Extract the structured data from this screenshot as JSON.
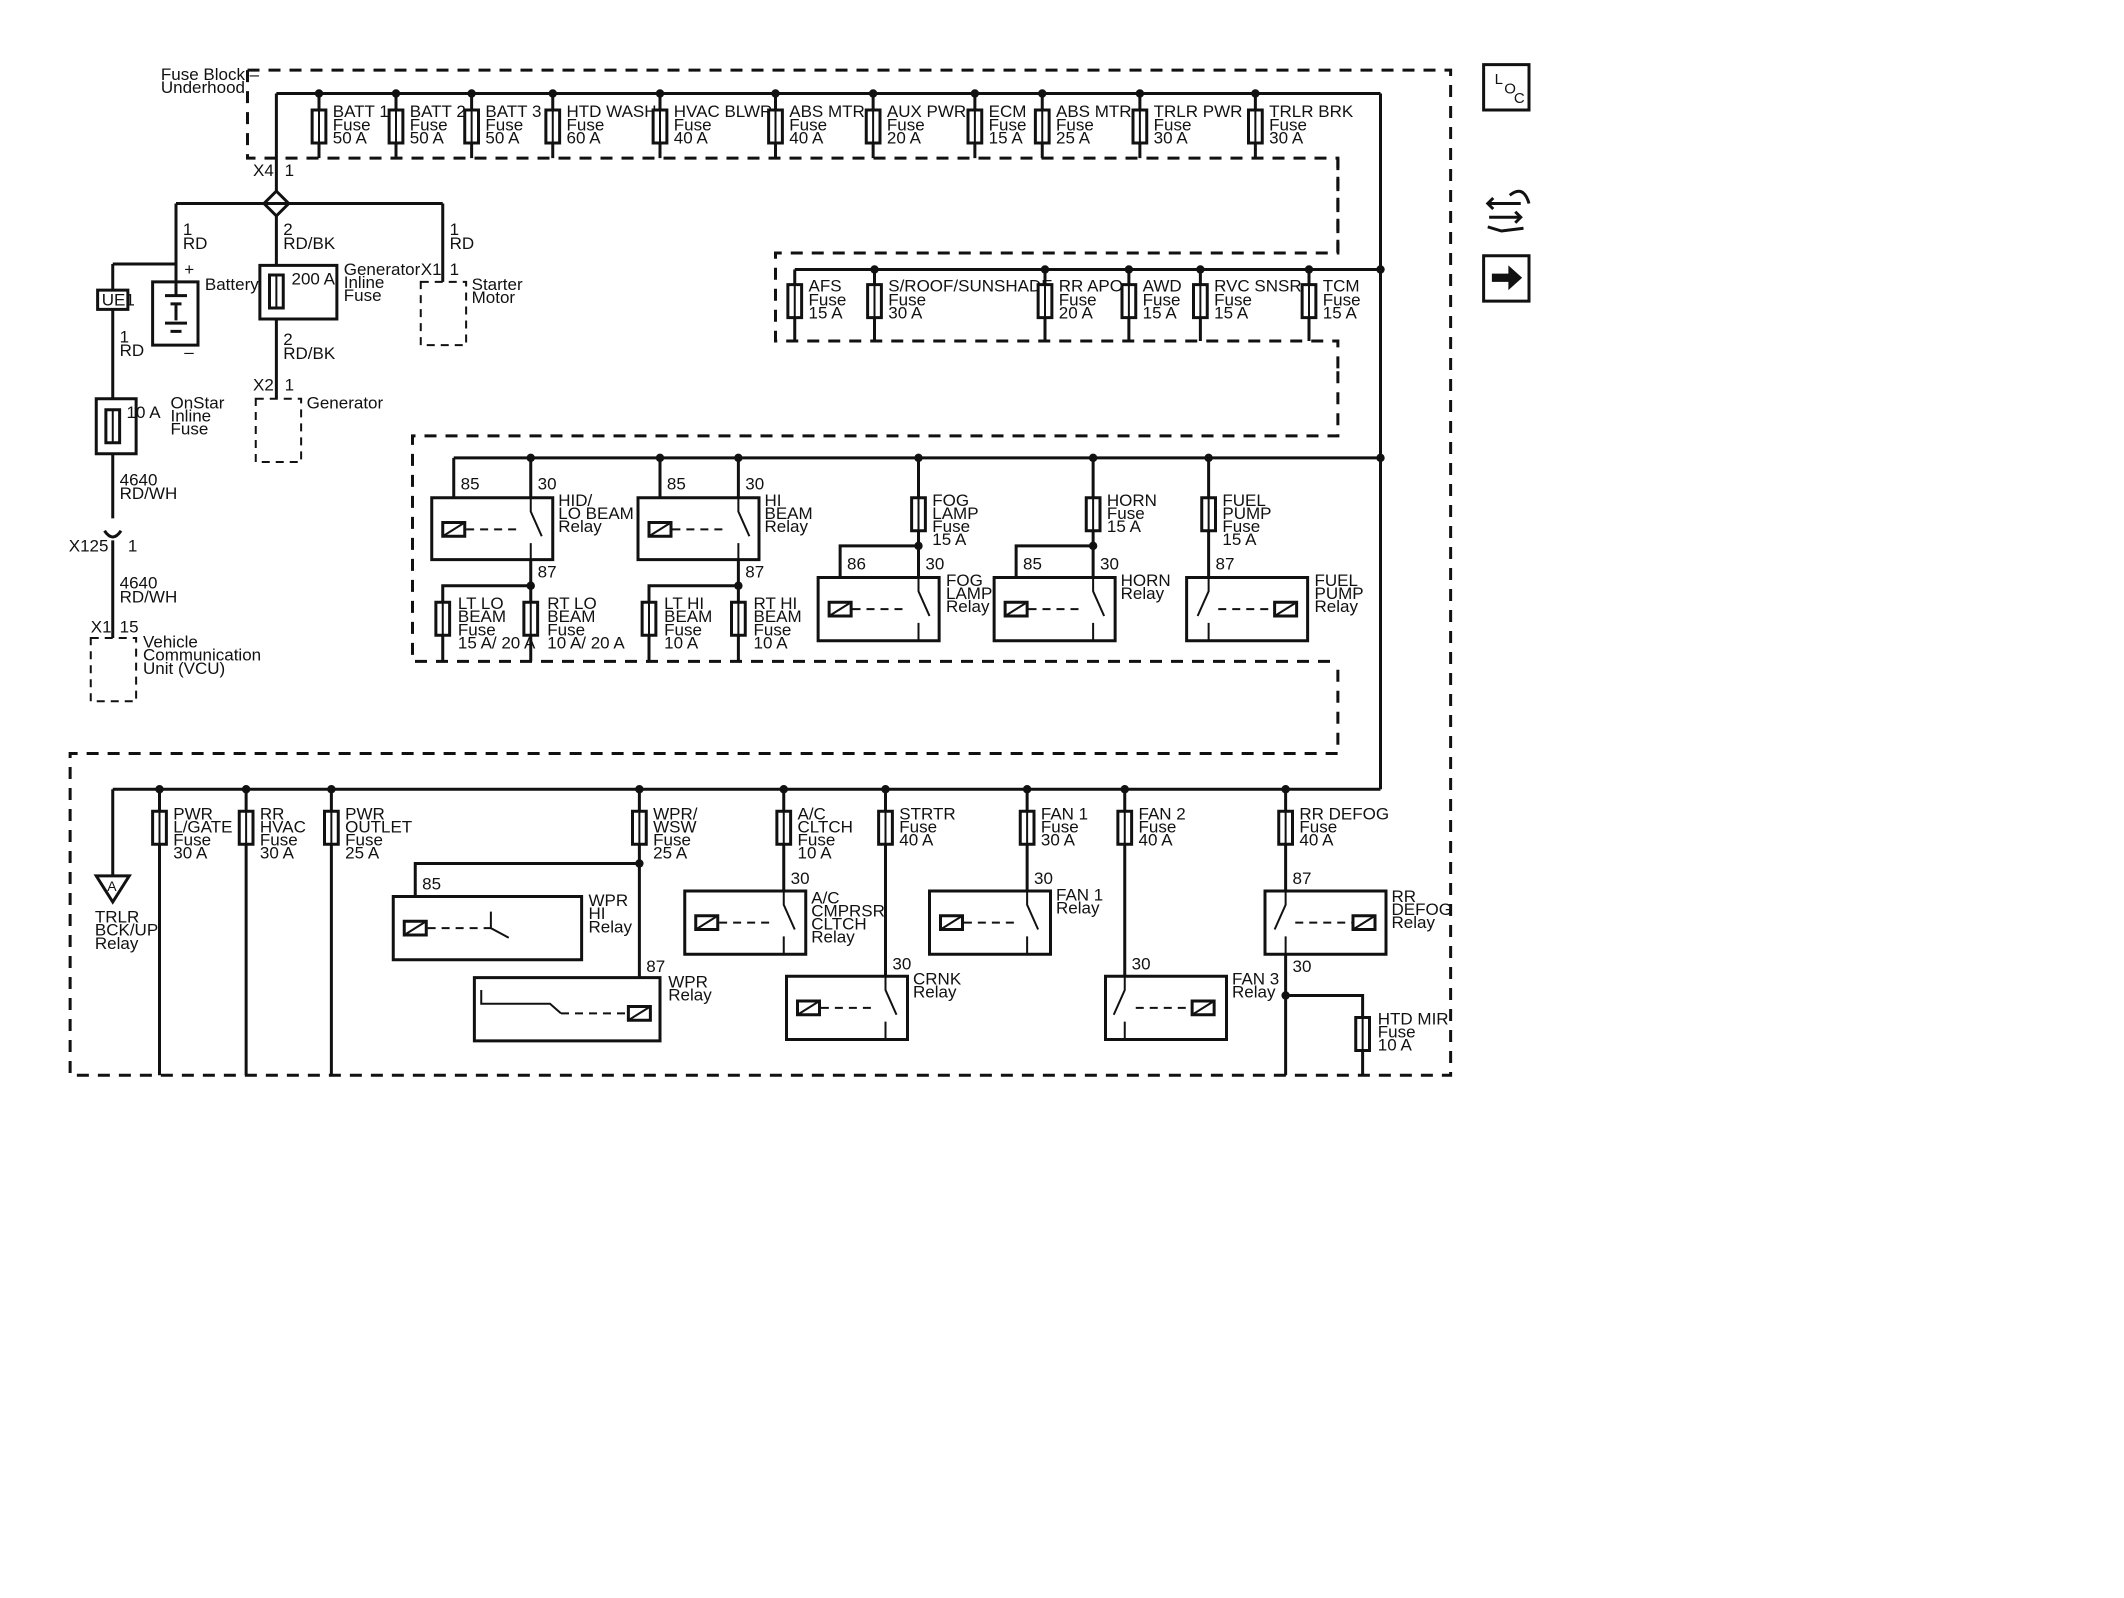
{
  "fuse_block_label": [
    "Fuse Block –",
    "Underhood"
  ],
  "top_fuses": [
    {
      "name": "BATT 1",
      "rating": "50 A"
    },
    {
      "name": "BATT 2",
      "rating": "50 A"
    },
    {
      "name": "BATT 3",
      "rating": "50 A"
    },
    {
      "name": "HTD WASH",
      "rating": "60 A"
    },
    {
      "name": "HVAC BLWR",
      "rating": "40 A"
    },
    {
      "name": "ABS MTR",
      "rating": "40 A"
    },
    {
      "name": "AUX PWR",
      "rating": "20 A"
    },
    {
      "name": "ECM",
      "rating": "15 A"
    },
    {
      "name": "ABS MTR",
      "rating": "25 A"
    },
    {
      "name": "TRLR PWR",
      "rating": "30 A"
    },
    {
      "name": "TRLR BRK",
      "rating": "30 A"
    }
  ],
  "second_fuses": [
    {
      "name": "AFS",
      "rating": "15 A"
    },
    {
      "name": "S/ROOF/SUNSHADE",
      "rating": "30 A"
    },
    {
      "name": "RR APO",
      "rating": "20 A"
    },
    {
      "name": "AWD",
      "rating": "15 A"
    },
    {
      "name": "RVC SNSR",
      "rating": "15 A"
    },
    {
      "name": "TCM",
      "rating": "15 A"
    }
  ],
  "fuse_word": "Fuse",
  "connectors": {
    "x4": "X4",
    "x4_pin": "1",
    "x2": "X2",
    "x2_pin": "1",
    "x1_starter": "X1",
    "x1_starter_pin": "1",
    "x125": "X125",
    "x125_pin": "1",
    "x1_vcu": "X1",
    "x1_vcu_pin": "15"
  },
  "wires": {
    "batt_pin": "1",
    "batt_color": "RD",
    "gen_pin": "2",
    "gen_color": "RD/BK",
    "starter_pin": "1",
    "starter_color": "RD",
    "gen2_pin": "2",
    "gen2_color": "RD/BK",
    "ue1_pin": "1",
    "ue1_color": "RD",
    "c4640_a": "4640",
    "c4640_a_color": "RD/WH",
    "c4640_b": "4640",
    "c4640_b_color": "RD/WH"
  },
  "components": {
    "ue1": "UE1",
    "battery": "Battery",
    "plus": "+",
    "minus": "–",
    "gen_fuse": [
      "Generator",
      "Inline",
      "Fuse"
    ],
    "gen_fuse_rating": "200 A",
    "starter": [
      "Starter",
      "Motor"
    ],
    "generator": "Generator",
    "onstar": [
      "OnStar",
      "Inline",
      "Fuse"
    ],
    "onstar_rating": "10 A",
    "vcu": [
      "Vehicle",
      "Communication",
      "Unit (VCU)"
    ]
  },
  "mid_section": {
    "hid_relay": [
      "HID/",
      "LO BEAM",
      "Relay"
    ],
    "hi_relay": [
      "HI",
      "BEAM",
      "Relay"
    ],
    "fog_fuse": [
      "FOG",
      "LAMP",
      "Fuse",
      "15 A"
    ],
    "horn_fuse": [
      "HORN",
      "Fuse",
      "15 A"
    ],
    "fuel_fuse": [
      "FUEL",
      "PUMP",
      "Fuse",
      "15 A"
    ],
    "fog_relay": [
      "FOG",
      "LAMP",
      "Relay"
    ],
    "horn_relay": [
      "HORN",
      "Relay"
    ],
    "fuel_relay": [
      "FUEL",
      "PUMP",
      "Relay"
    ],
    "lt_lo": [
      "LT LO",
      "BEAM",
      "Fuse",
      "15 A/ 20 A"
    ],
    "rt_lo": [
      "RT LO",
      "BEAM",
      "Fuse",
      "10 A/ 20 A"
    ],
    "lt_hi": [
      "LT HI",
      "BEAM",
      "Fuse",
      "10 A"
    ],
    "rt_hi": [
      "RT HI",
      "BEAM",
      "Fuse",
      "10 A"
    ],
    "p85": "85",
    "p30": "30",
    "p86": "86",
    "p87": "87"
  },
  "bottom_section": {
    "pwr_lgate": [
      "PWR",
      "L/GATE",
      "Fuse",
      "30 A"
    ],
    "rr_hvac": [
      "RR",
      "HVAC",
      "Fuse",
      "30 A"
    ],
    "pwr_outlet": [
      "PWR",
      "OUTLET",
      "Fuse",
      "25 A"
    ],
    "wpr_wsw": [
      "WPR/",
      "WSW",
      "Fuse",
      "25 A"
    ],
    "ac_cltch": [
      "A/C",
      "CLTCH",
      "Fuse",
      "10 A"
    ],
    "strtr": [
      "STRTR",
      "Fuse",
      "40 A"
    ],
    "fan1_fuse": [
      "FAN 1",
      "Fuse",
      "30 A"
    ],
    "fan2_fuse": [
      "FAN 2",
      "Fuse",
      "40 A"
    ],
    "rr_defog_fuse": [
      "RR DEFOG",
      "Fuse",
      "40 A"
    ],
    "trlr_relay": [
      "TRLR",
      "BCK/UP",
      "Relay"
    ],
    "trlr_tri": "A",
    "wpr_hi_relay": [
      "WPR",
      "HI",
      "Relay"
    ],
    "wpr_relay": [
      "WPR",
      "Relay"
    ],
    "ac_relay": [
      "A/C",
      "CMPRSR",
      "CLTCH",
      "Relay"
    ],
    "crnk_relay": [
      "CRNK",
      "Relay"
    ],
    "fan1_relay": [
      "FAN 1",
      "Relay"
    ],
    "fan3_relay": [
      "FAN 3",
      "Relay"
    ],
    "rr_defog_relay": [
      "RR",
      "DEFOG",
      "Relay"
    ],
    "htd_mir": [
      "HTD MIR",
      "Fuse",
      "10 A"
    ]
  },
  "side_icons": {
    "loc": [
      "L",
      "O",
      "C"
    ],
    "loc_name": "loc-icon",
    "tools_name": "tools-icon",
    "arrow_name": "next-arrow-icon"
  }
}
